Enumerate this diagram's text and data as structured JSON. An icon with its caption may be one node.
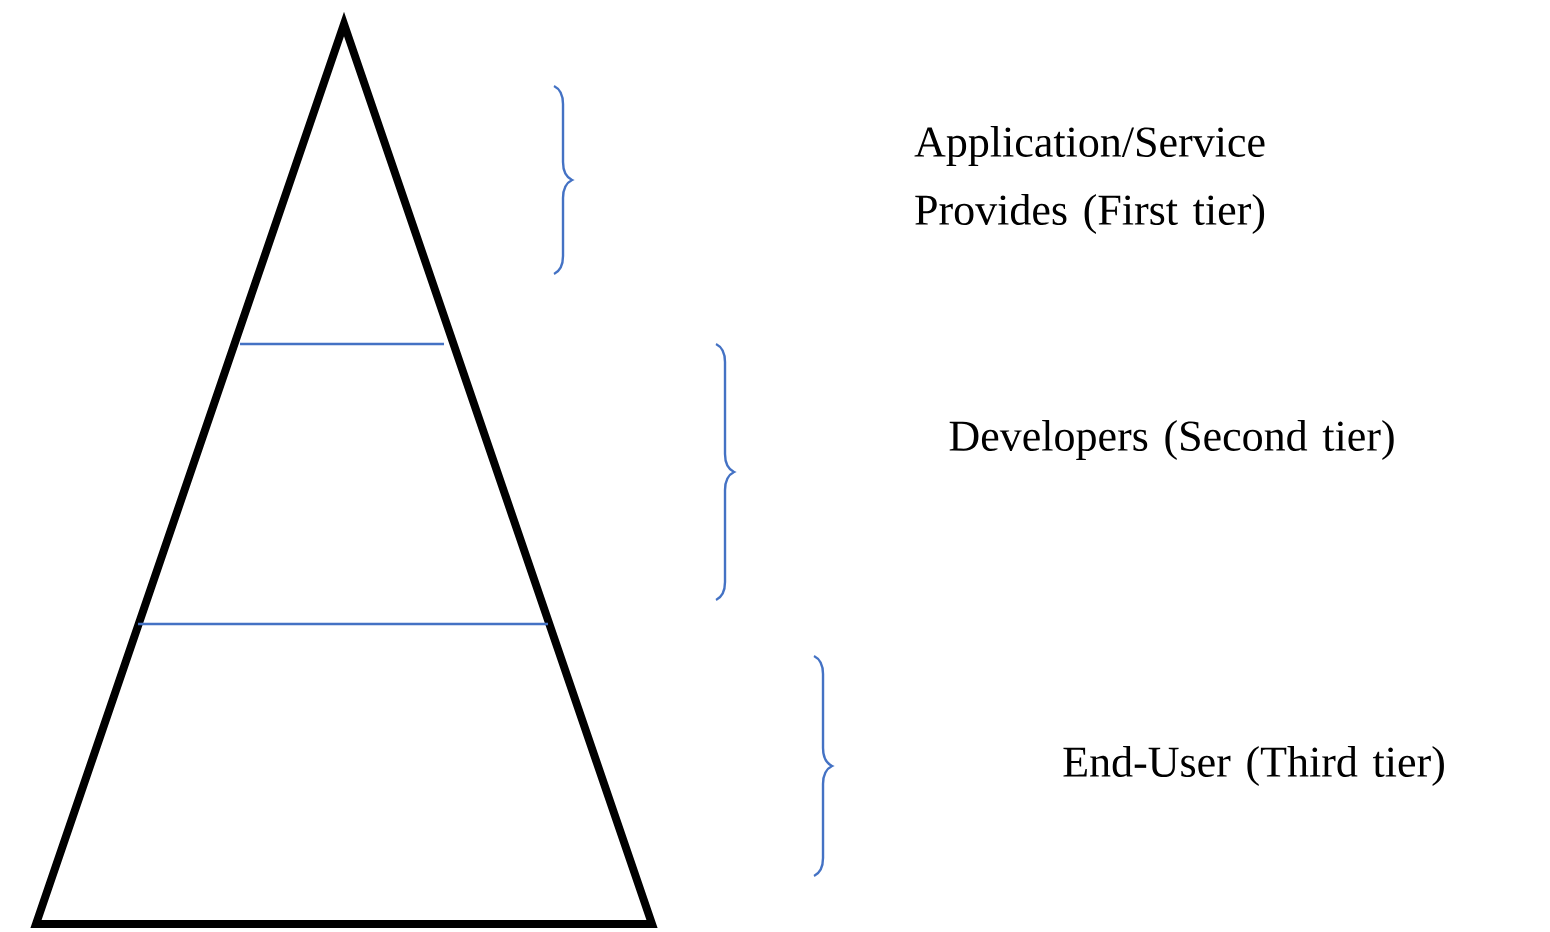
{
  "diagram": {
    "labels": [
      "Application/Service Provides (First tier)",
      "Developers (Second tier)",
      "End-User (Third tier)"
    ]
  }
}
